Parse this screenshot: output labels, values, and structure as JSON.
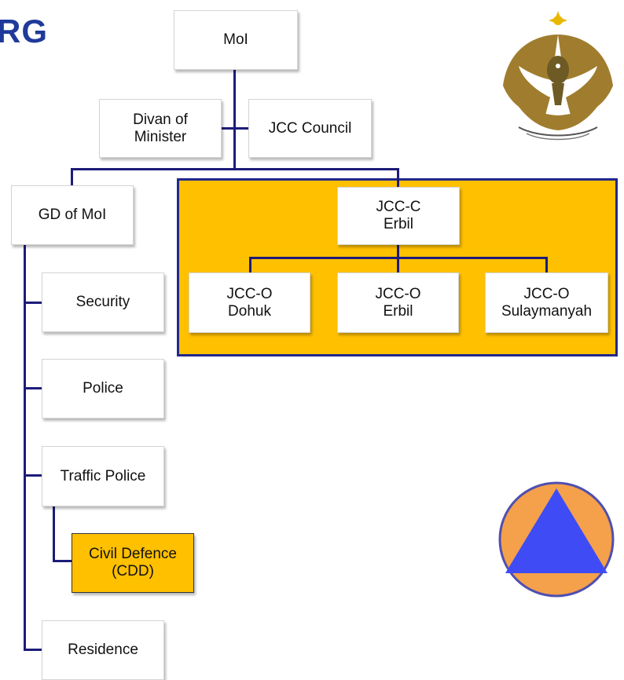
{
  "header": {
    "logo_text": "RG"
  },
  "org_chart": {
    "moi": "MoI",
    "divan": "Divan of\nMinister",
    "jcc_council": "JCC Council",
    "gd_moi": "GD of MoI",
    "jcc_c": "JCC-C\nErbil",
    "jcc_o_dohuk": "JCC-O\nDohuk",
    "jcc_o_erbil": "JCC-O\nErbil",
    "jcc_o_sulaymanyah": "JCC-O\nSulaymanyah",
    "security": "Security",
    "police": "Police",
    "traffic_police": "Traffic Police",
    "civil_defence": "Civil Defence\n(CDD)",
    "residence": "Residence"
  },
  "colors": {
    "highlight": "#ffc000",
    "connector": "#1c1c7a",
    "civil_defence_triangle": "#3f4cf5",
    "civil_defence_disc": "#f5a04a"
  },
  "icons": {
    "krg_emblem": "krg-eagle-emblem-icon",
    "civil_defence_emblem": "civil-defence-triangle-icon"
  }
}
